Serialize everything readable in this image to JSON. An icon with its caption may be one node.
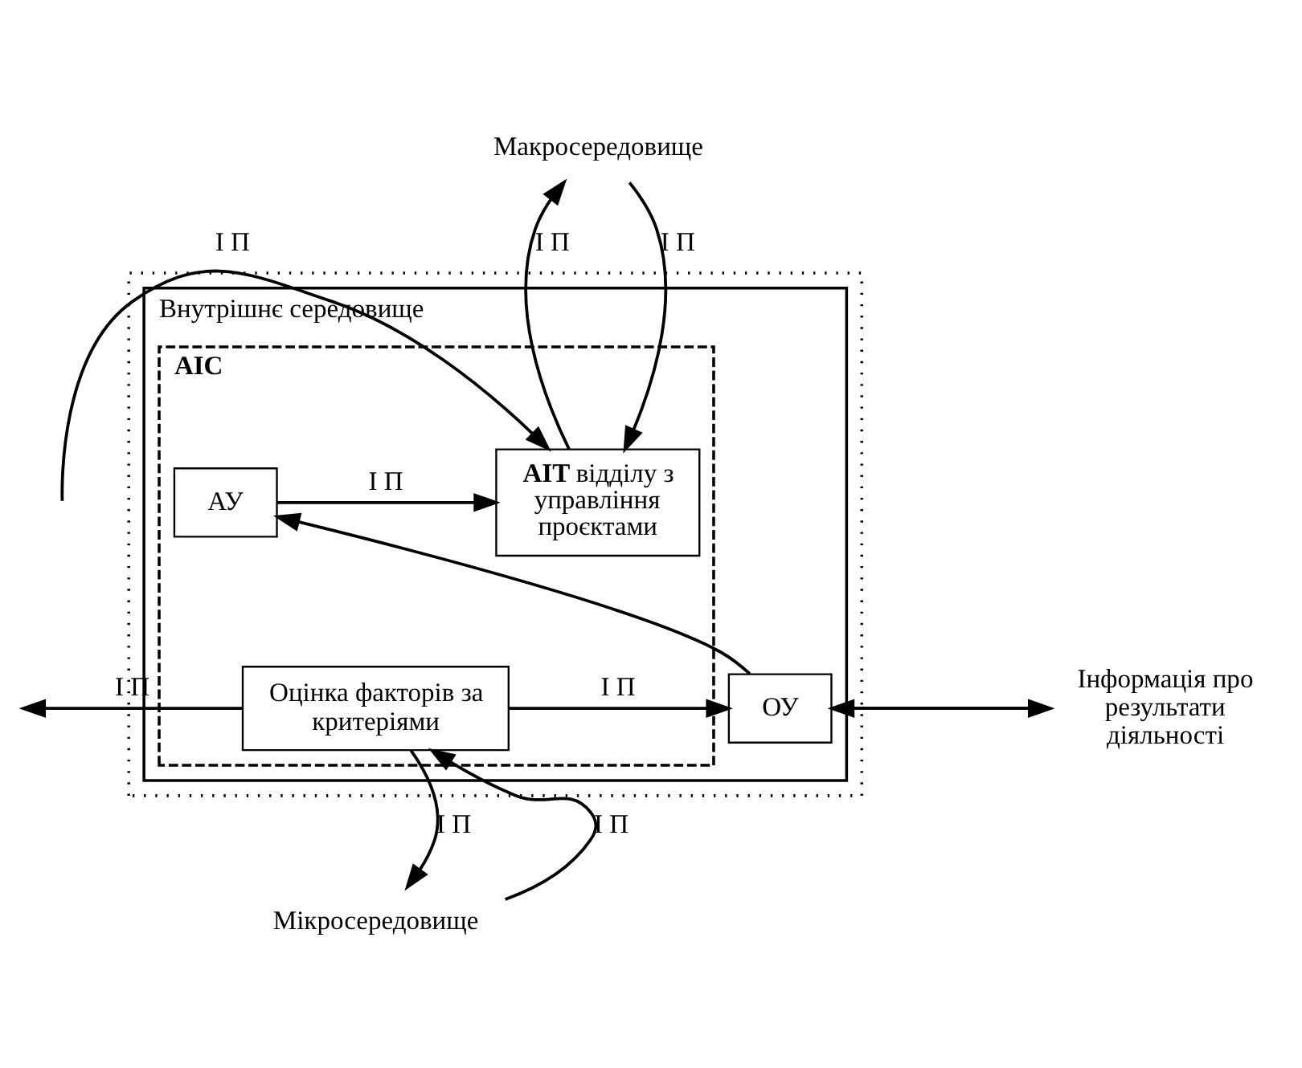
{
  "diagram": {
    "nodes": [
      {
        "text": [],
        "shape": "box"
      },
      {
        "text": [
          "Внутрішнє середовище"
        ],
        "in": 0
      },
      {
        "text": [
          "AIC"
        ],
        "in": 1
      },
      {
        "text": [
          "**AIT** відділу з управління проєктами"
        ],
        "in": 2
      },
      {
        "text": [
          "Оцінка факторів за критеріями"
        ],
        "in": 2
      },
      {
        "text": [
          "АУ"
        ],
        "in": 2
      },
      {
        "text": [
          "ОУ"
        ],
        "in": 1
      },
      {
        "text": [
          "Макросередовище"
        ]
      },
      {
        "text": [
          "Мікросередовище"
        ]
      },
      {
        "text": [
          "Інформація про результати діяльності"
        ]
      }
    ],
    "edges": [
      {
        "from": 7,
        "to": 3,
        "arrow": "to",
        "label": "І П"
      },
      {
        "from": 3,
        "to": 7,
        "arrow": "to",
        "label": "І П"
      },
      {
        "from": null,
        "to": 3,
        "arrow": "to",
        "label": "І П"
      },
      {
        "from": 4,
        "to": null,
        "arrow": "to",
        "label": "І П"
      },
      {
        "from": 5,
        "to": 3,
        "arrow": "to",
        "label": "І П"
      },
      {
        "from": 6,
        "to": 5,
        "arrow": "to"
      },
      {
        "from": 4,
        "to": 6,
        "arrow": "to",
        "label": "І П"
      },
      {
        "from": 8,
        "to": 4,
        "arrow": "to",
        "label": "І П"
      },
      {
        "from": 4,
        "to": 8,
        "arrow": "to",
        "label": "І П"
      },
      {
        "from": 6,
        "to": 9,
        "arrow": "to"
      },
      {
        "from": 9,
        "to": 6,
        "arrow": "to"
      }
    ]
  }
}
